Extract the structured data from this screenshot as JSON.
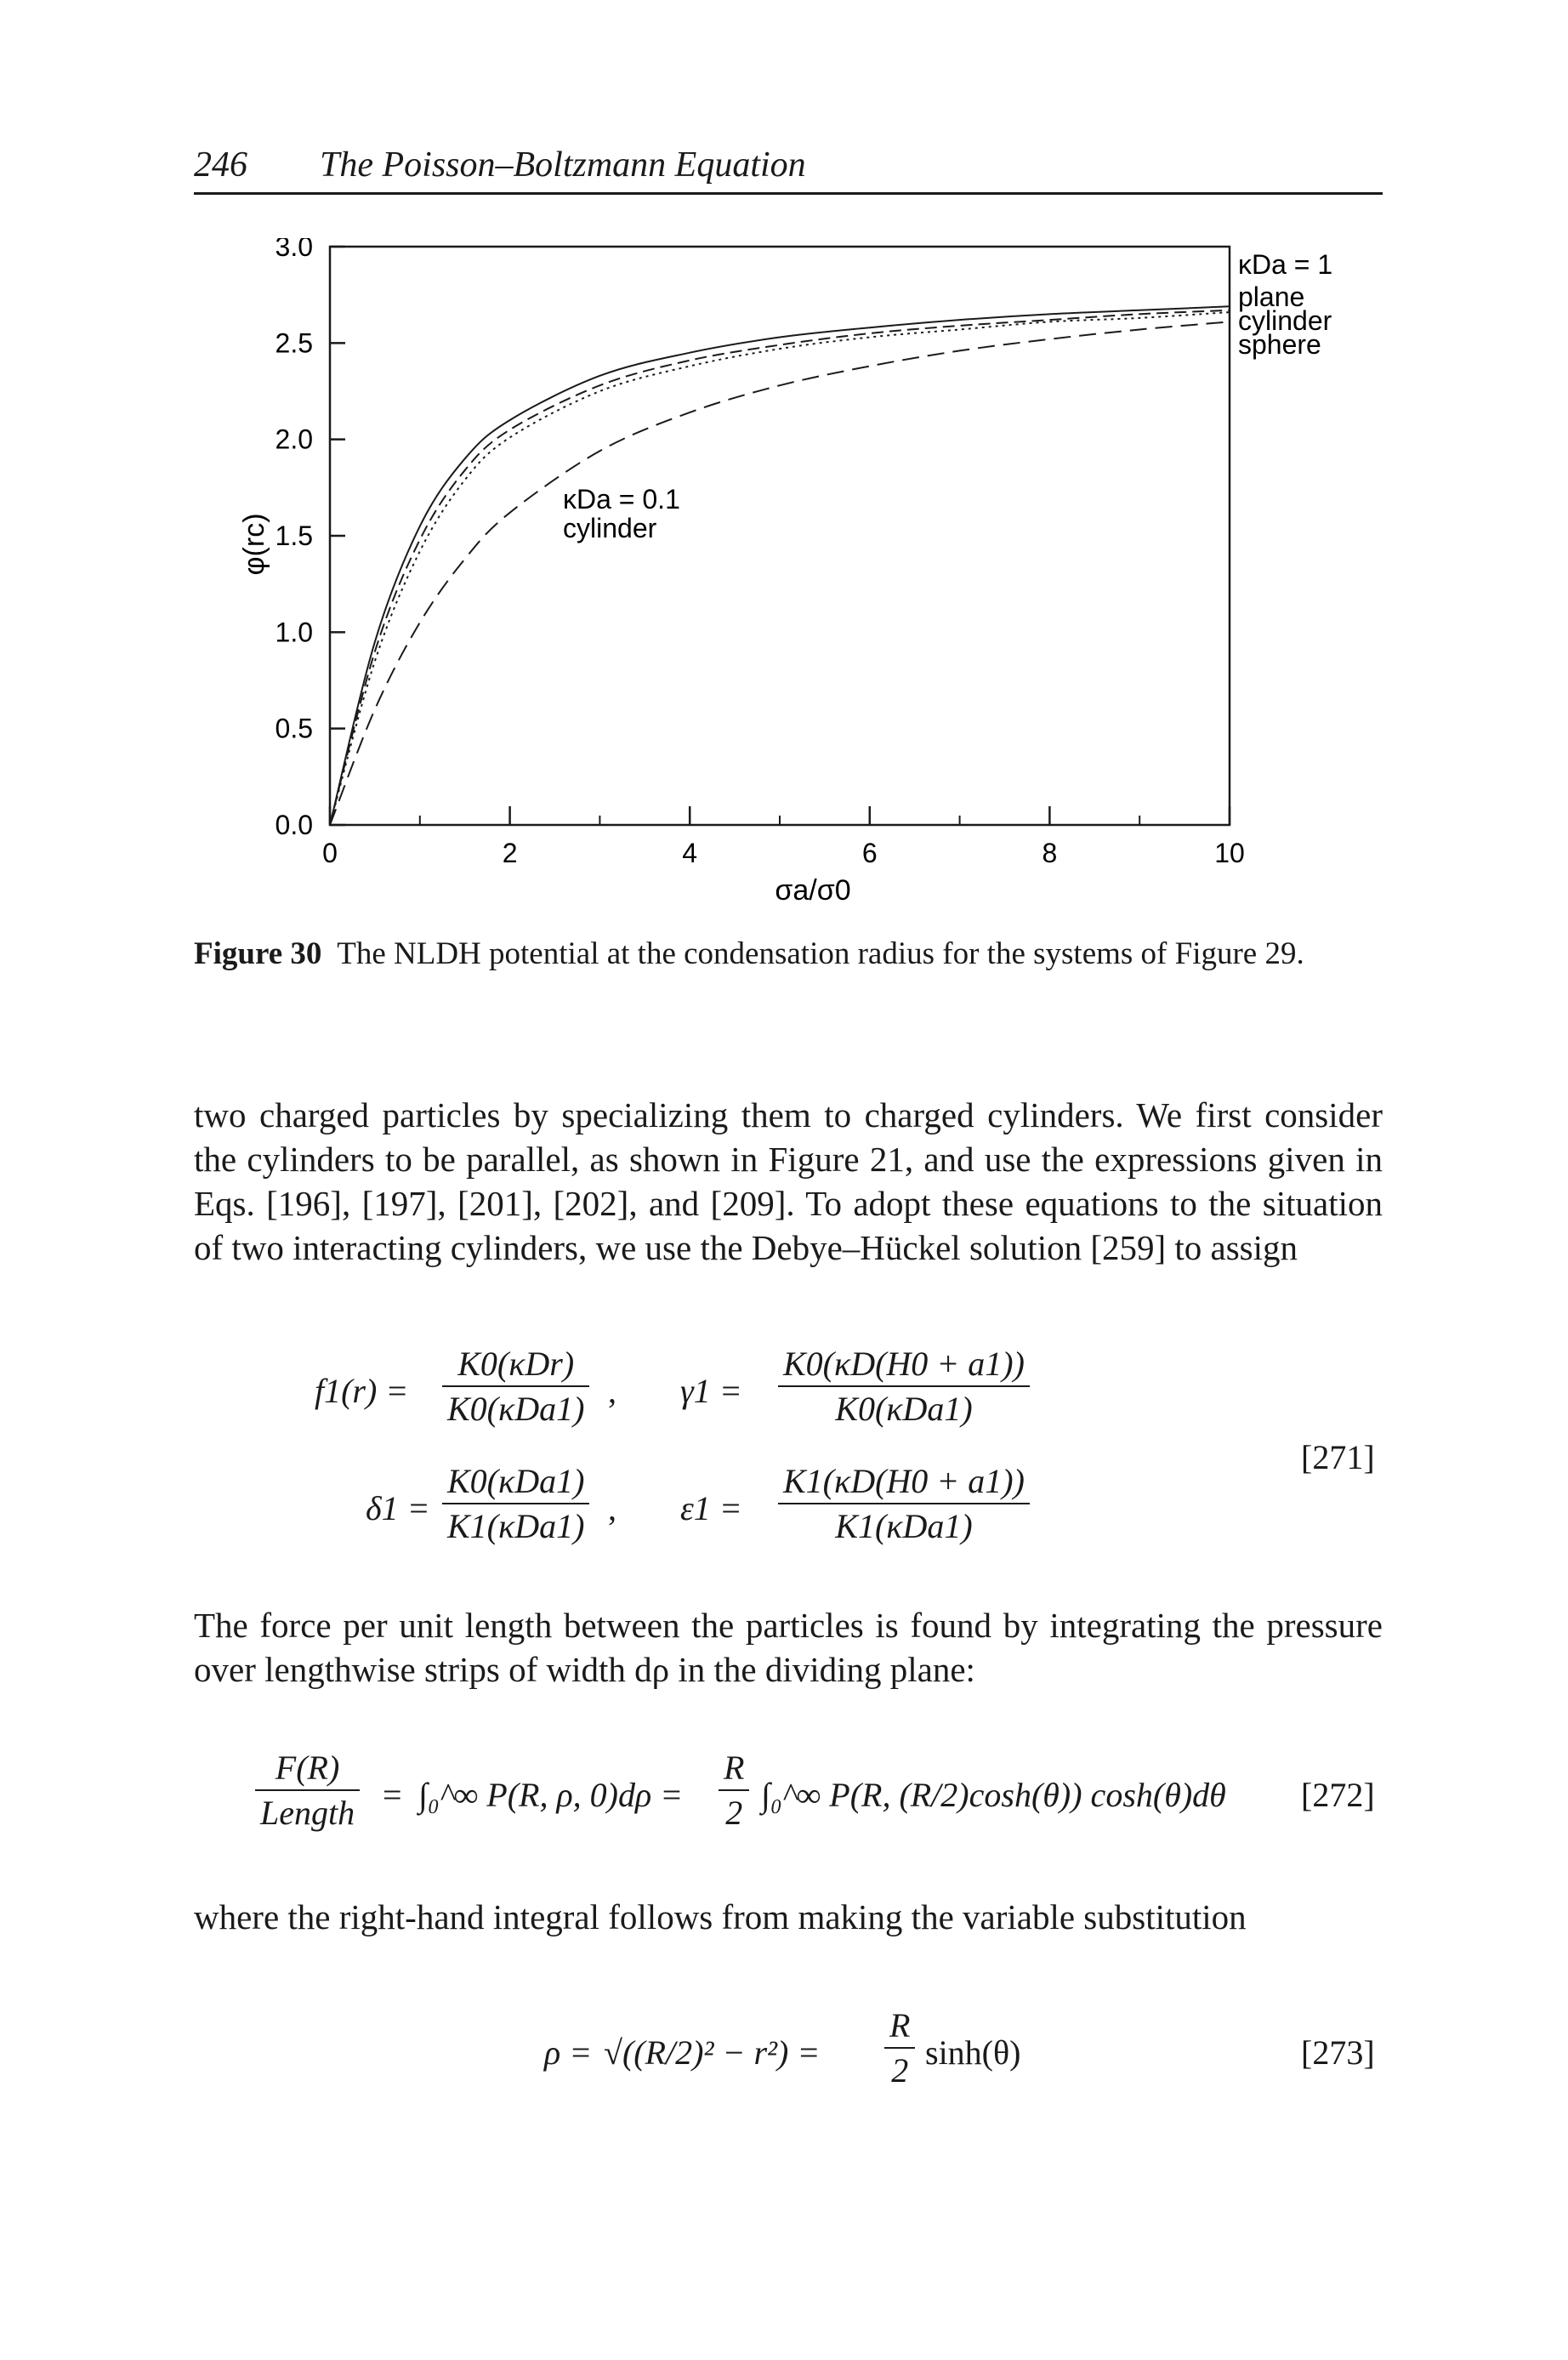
{
  "header": {
    "page_number": "246",
    "running_title": "The Poisson–Boltzmann Equation"
  },
  "figure": {
    "caption_label": "Figure 30",
    "caption_text": "The NLDH potential at the condensation radius for the systems of Figure 29.",
    "legend_title": "κDa = 1",
    "legend_items": [
      "plane",
      "cylinder",
      "sphere"
    ],
    "inner_label_line1": "κDa = 0.1",
    "inner_label_line2": "cylinder",
    "xlabel": "σa/σ0",
    "ylabel": "φ(rc)"
  },
  "chart_data": {
    "type": "line",
    "xlabel": "σa/σ0",
    "ylabel": "φ(rc)",
    "xlim": [
      0,
      10
    ],
    "ylim": [
      0,
      3.0
    ],
    "x_ticks": [
      "0",
      "2",
      "4",
      "6",
      "8",
      "10"
    ],
    "y_ticks": [
      "0.0",
      "0.5",
      "1.0",
      "1.5",
      "2.0",
      "2.5",
      "3.0"
    ],
    "legend_title": "κDa = 1",
    "series": [
      {
        "name": "plane",
        "style": "solid",
        "x": [
          0,
          0.5,
          1,
          1.5,
          2,
          3,
          4,
          5,
          6,
          7,
          8,
          9,
          10
        ],
        "y": [
          0,
          0.95,
          1.55,
          1.9,
          2.1,
          2.33,
          2.45,
          2.53,
          2.58,
          2.62,
          2.65,
          2.67,
          2.69
        ]
      },
      {
        "name": "cylinder",
        "style": "dashed",
        "x": [
          0,
          0.5,
          1,
          1.5,
          2,
          3,
          4,
          5,
          6,
          7,
          8,
          9,
          10
        ],
        "y": [
          0,
          0.9,
          1.48,
          1.84,
          2.05,
          2.28,
          2.41,
          2.49,
          2.55,
          2.59,
          2.62,
          2.65,
          2.67
        ]
      },
      {
        "name": "sphere",
        "style": "dotted",
        "x": [
          0,
          0.5,
          1,
          1.5,
          2,
          3,
          4,
          5,
          6,
          7,
          8,
          9,
          10
        ],
        "y": [
          0,
          0.85,
          1.42,
          1.79,
          2.01,
          2.25,
          2.38,
          2.47,
          2.53,
          2.57,
          2.61,
          2.63,
          2.66
        ]
      },
      {
        "name": "κDa = 0.1 cylinder",
        "style": "longdash",
        "x": [
          0,
          0.5,
          1,
          1.5,
          2,
          3,
          4,
          5,
          6,
          7,
          8,
          9,
          10
        ],
        "y": [
          0,
          0.6,
          1.05,
          1.38,
          1.62,
          1.94,
          2.14,
          2.28,
          2.38,
          2.46,
          2.52,
          2.57,
          2.61
        ]
      }
    ]
  },
  "body": {
    "para1": "two charged particles by specializing them to charged cylinders. We first consider the cylinders to be parallel, as shown in Figure 21, and use the expressions given in Eqs. [196], [197], [201], [202], and [209]. To adopt these equations to the situation of two interacting cylinders, we use the Debye–Hückel solution [259] to assign",
    "para2": "The force per unit length between the particles is found by integrating the pressure over lengthwise strips of width dρ in the dividing plane:",
    "para3": "where the right-hand integral follows from making the variable substitution"
  },
  "equations": {
    "eq271": {
      "number": "[271]",
      "f1_lhs": "f1(r) =",
      "f1_num": "K0(κDr)",
      "f1_den": "K0(κDa1)",
      "g1_lhs": "γ1 =",
      "g1_num": "K0(κD(H0 + a1))",
      "g1_den": "K0(κDa1)",
      "d1_lhs": "δ1 =",
      "d1_num": "K0(κDa1)",
      "d1_den": "K1(κDa1)",
      "e1_lhs": "ε1 =",
      "e1_num": "K1(κD(H0 + a1))",
      "e1_den": "K1(κDa1)"
    },
    "eq272": {
      "number": "[272]",
      "lhs_num": "F(R)",
      "lhs_den": "Length",
      "middle": "∫₀^∞ P(R, ρ, 0)dρ =",
      "coef_num": "R",
      "coef_den": "2",
      "right": "∫₀^∞ P(R, (R/2)cosh(θ)) cosh(θ)dθ"
    },
    "eq273": {
      "number": "[273]",
      "lhs": "ρ =",
      "radical": "√((R/2)² − r²) =",
      "coef_num": "R",
      "coef_den": "2",
      "rhs": "sinh(θ)"
    }
  }
}
